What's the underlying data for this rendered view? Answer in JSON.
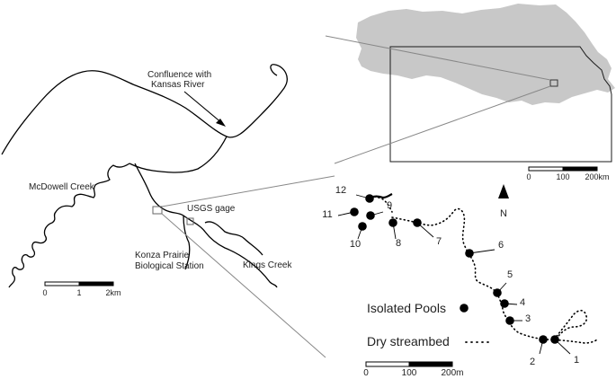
{
  "labels": {
    "confluence_line1": "Confluence with",
    "confluence_line2": "Kansas River",
    "mcdowell": "McDowell Creek",
    "usgs": "USGS gage",
    "konza_line1": "Konza Prairie",
    "konza_line2": "Biological Station",
    "kings": "Kings Creek",
    "north": "N"
  },
  "scalebars": {
    "left": {
      "ticks": [
        "0",
        "1",
        "2km"
      ]
    },
    "state": {
      "ticks": [
        "0",
        "100",
        "200km"
      ]
    },
    "detail": {
      "ticks": [
        "0",
        "100",
        "200m"
      ]
    }
  },
  "legend": {
    "isolated_pools": "Isolated Pools",
    "dry_streambed": "Dry streambed"
  },
  "sites": [
    "1",
    "2",
    "3",
    "4",
    "5",
    "6",
    "7",
    "8",
    "9",
    "10",
    "11",
    "12"
  ],
  "colors": {
    "watershed_fill": "#c8c8c8",
    "stream": "#000000",
    "leader": "#888888"
  }
}
